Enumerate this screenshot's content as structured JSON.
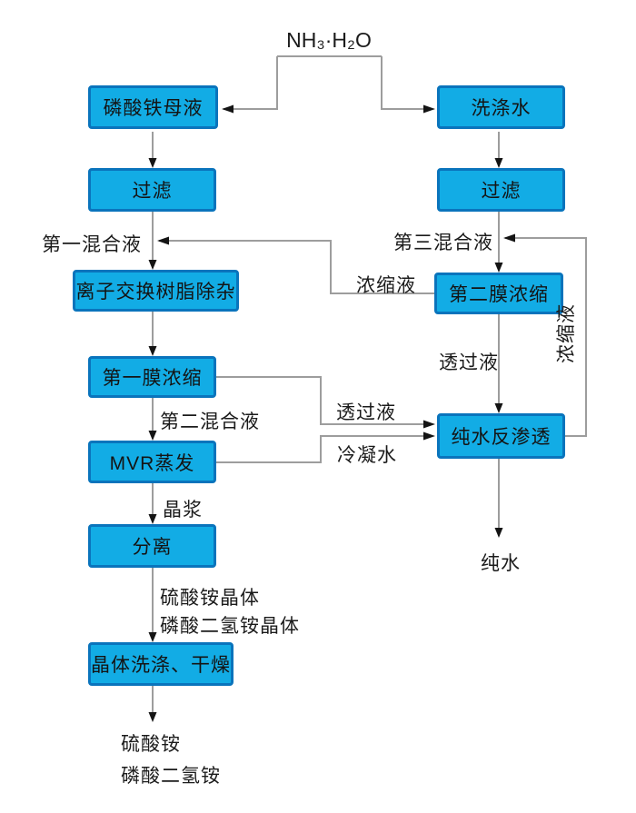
{
  "diagram": {
    "title_label": "NH₃·H₂O",
    "nodes": {
      "fe_mother": "磷酸铁母液",
      "wash_water": "洗涤水",
      "filter_left": "过滤",
      "filter_right": "过滤",
      "ion_exchange": "离子交换树脂除杂",
      "membrane1": "第一膜浓缩",
      "mvr": "MVR蒸发",
      "separation": "分离",
      "crystal_wash": "晶体洗涤、干燥",
      "membrane2": "第二膜浓缩",
      "ro": "纯水反渗透"
    },
    "labels": {
      "ammonia": "NH₃·H₂O",
      "mix1": "第一混合液",
      "mix2": "第二混合液",
      "mix3": "第三混合液",
      "concentrate_left": "浓缩液",
      "concentrate_vertical": "浓缩液",
      "permeate_left": "透过液",
      "permeate_right": "透过液",
      "condensate": "冷凝水",
      "slurry": "晶浆",
      "sulfate_crystal": "硫酸铵晶体",
      "phosphate_crystal": "磷酸二氢铵晶体",
      "sulfate": "硫酸铵",
      "phosphate": "磷酸二氢铵",
      "pure_water": "纯水"
    },
    "colors": {
      "box_fill": "#12ACE5",
      "box_border": "#0A74BC",
      "line": "#9D9D9D",
      "arrow": "#141414",
      "text": "#1B1B1B",
      "background": "#FFFFFF"
    }
  }
}
